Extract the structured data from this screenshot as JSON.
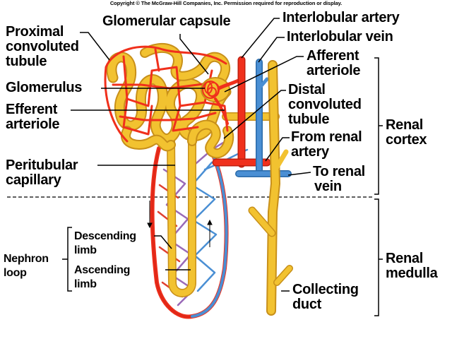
{
  "copyright": "Copyright © The McGraw-Hill Companies, Inc. Permission required for reproduction or display.",
  "labels": {
    "glomerular_capsule": "Glomerular capsule",
    "proximal_convoluted_tubule": [
      "Proximal",
      "convoluted",
      "tubule"
    ],
    "glomerulus": "Glomerulus",
    "efferent_arteriole": [
      "Efferent",
      "arteriole"
    ],
    "interlobular_artery": "Interlobular artery",
    "interlobular_vein": "Interlobular vein",
    "afferent_arteriole": [
      "Afferent",
      "arteriole"
    ],
    "distal_convoluted_tubule": [
      "Distal",
      "convoluted",
      "tubule"
    ],
    "from_renal_artery": [
      "From renal",
      "artery"
    ],
    "to_renal_vein": [
      "To renal",
      "vein"
    ],
    "peritubular_capillary": [
      "Peritubular",
      "capillary"
    ],
    "descending_limb": [
      "Descending",
      "limb"
    ],
    "ascending_limb": [
      "Ascending",
      "limb"
    ],
    "nephron_loop": [
      "Nephron",
      "loop"
    ],
    "collecting_duct": [
      "Collecting",
      "duct"
    ],
    "renal_cortex": [
      "Renal",
      "cortex"
    ],
    "renal_medulla": [
      "Renal",
      "medulla"
    ]
  },
  "colors": {
    "artery": "#f0301c",
    "vein": "#4a8fd4",
    "tubule": "#f2c230",
    "tubule_shadow": "#c8901a",
    "capillary_mixed": "#9a6ab8"
  }
}
